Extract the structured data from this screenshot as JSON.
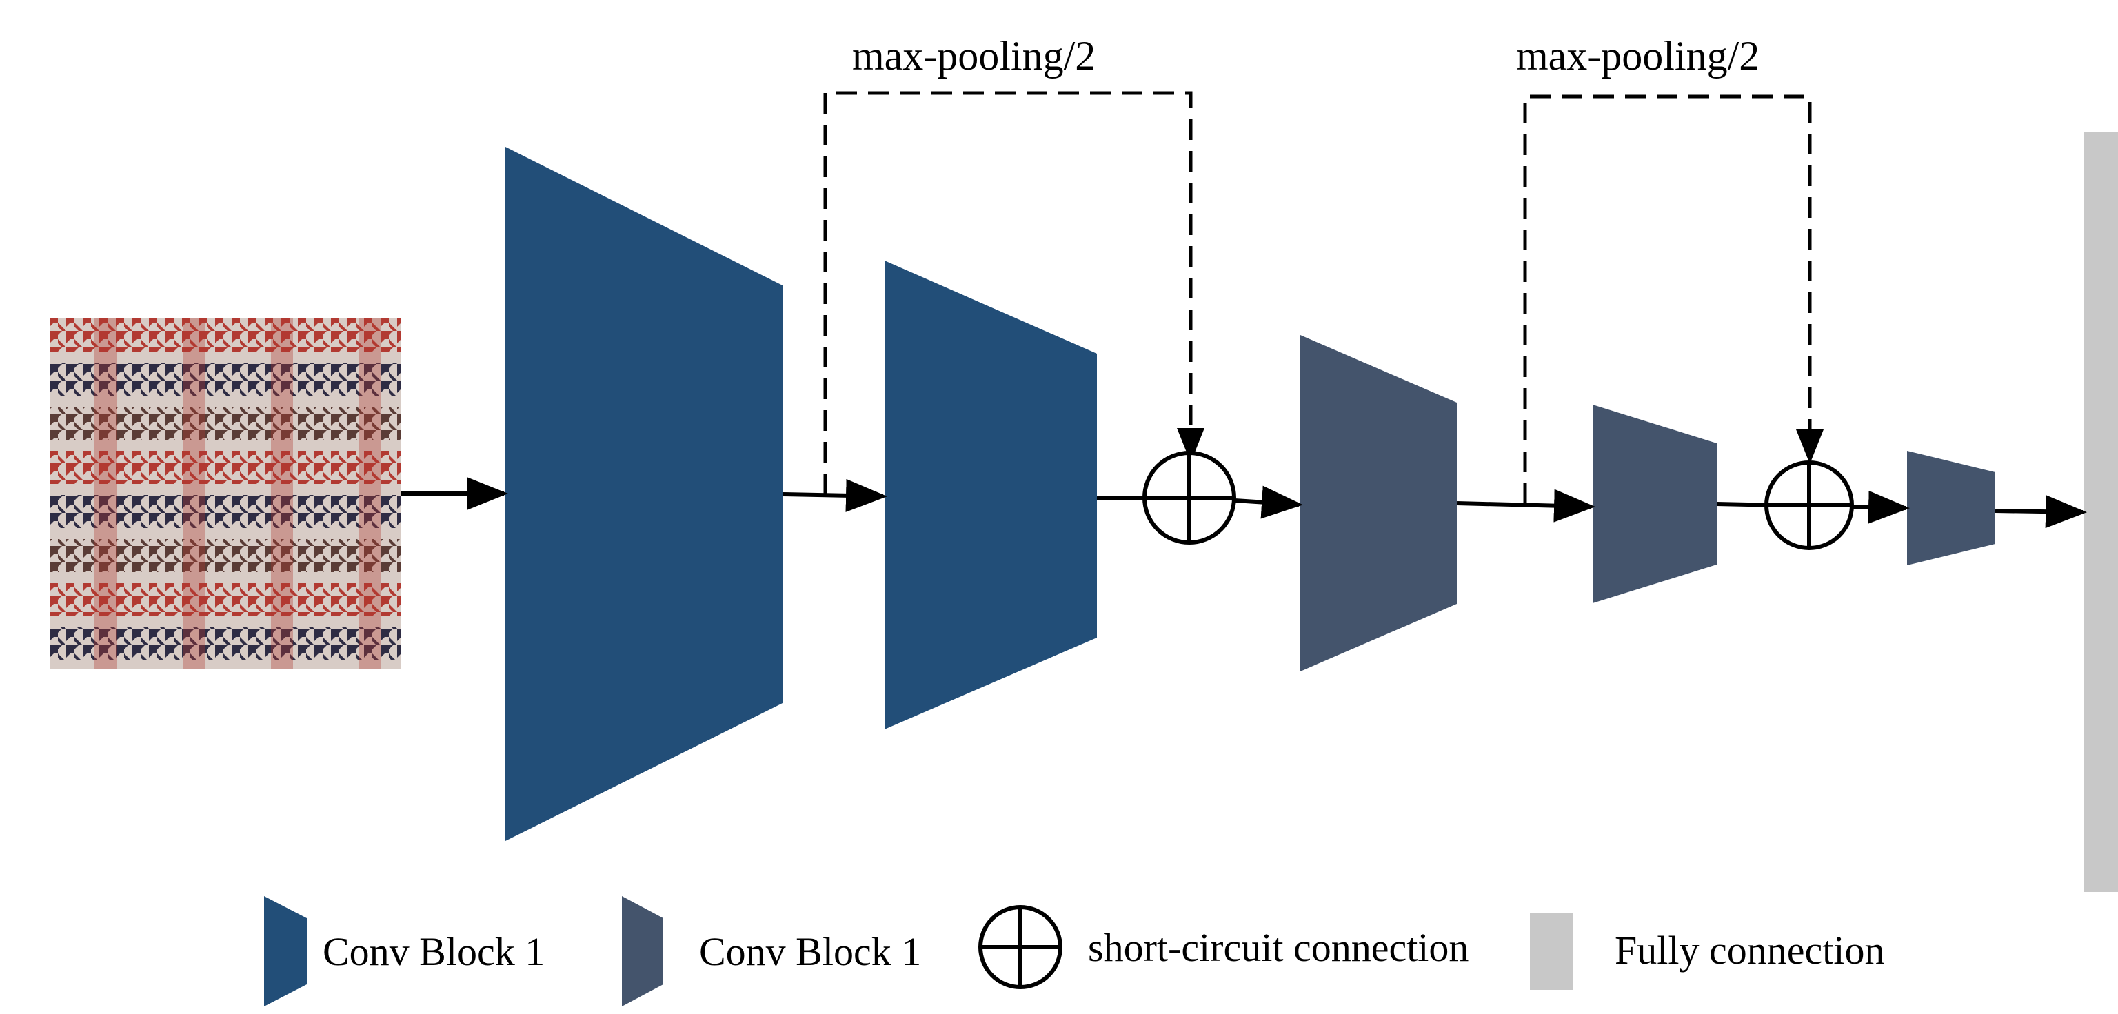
{
  "pooling_labels": [
    "max-pooling/2",
    "max-pooling/2"
  ],
  "legend": [
    {
      "label": "Conv Block 1",
      "icon": "dark-blue-trapezoid"
    },
    {
      "label": "Conv Block 1",
      "icon": "slate-trapezoid"
    },
    {
      "label": "short-circuit connection",
      "icon": "circled-plus"
    },
    {
      "label": "Fully connection",
      "icon": "gray-rectangle"
    }
  ],
  "colors": {
    "conv_block_dark": "#224e78",
    "conv_block_slate": "#44546c",
    "fully_connection": "#c8c8c8",
    "houndstooth_base": "#d8ccc6",
    "houndstooth_red": "#b23a32",
    "houndstooth_navy": "#2e2c44",
    "houndstooth_brown": "#5a3c36"
  }
}
